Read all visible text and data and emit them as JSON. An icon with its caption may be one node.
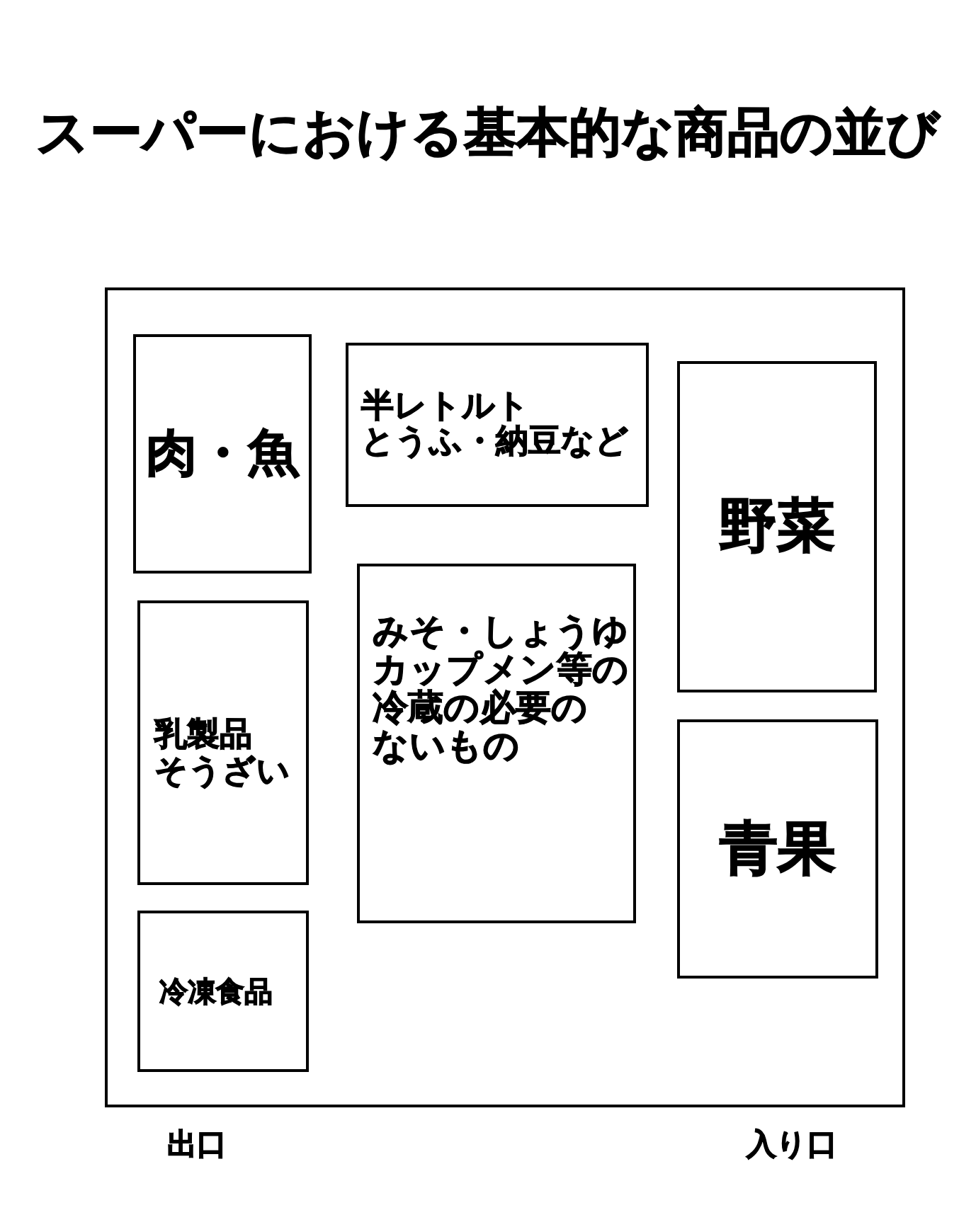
{
  "diagram": {
    "title": "スーパーにおける基本的な商品の並び",
    "nodes": [
      {
        "text": [],
        "shape": "box"
      },
      {
        "text": [
          "肉・魚"
        ],
        "in": 0
      },
      {
        "text": [
          "半レトルトとうふ・納豆など"
        ],
        "in": 0
      },
      {
        "text": [
          "野菜"
        ],
        "in": 0
      },
      {
        "text": [
          "みそ・しょうゆカップメン等の冷蔵の必要のないもの"
        ],
        "in": 0
      },
      {
        "text": [
          "乳製品そうざい"
        ],
        "in": 0
      },
      {
        "text": [
          "青果"
        ],
        "in": 0
      },
      {
        "text": [
          "冷凍食品"
        ],
        "in": 0
      }
    ],
    "labels": [
      "出口",
      "入り口"
    ]
  }
}
